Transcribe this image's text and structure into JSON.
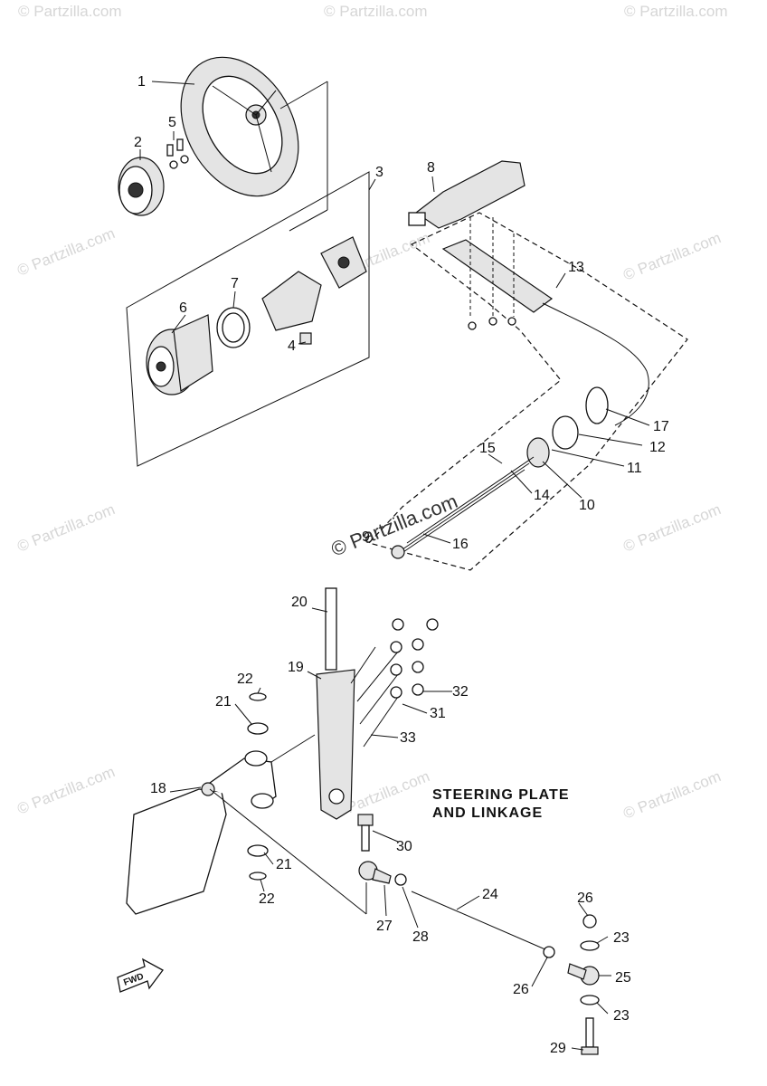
{
  "watermarks": {
    "corner": "© Partzilla.com",
    "center": "© Partzilla.com"
  },
  "diagram_title": {
    "line1": "STEERING PLATE",
    "line2": "AND LINKAGE"
  },
  "fwd_label": "FWD",
  "callouts": [
    "1",
    "2",
    "3",
    "4",
    "5",
    "6",
    "7",
    "8",
    "9",
    "10",
    "11",
    "12",
    "13",
    "14",
    "15",
    "16",
    "17",
    "18",
    "19",
    "20",
    "21",
    "21",
    "22",
    "22",
    "23",
    "23",
    "24",
    "25",
    "26",
    "26",
    "27",
    "28",
    "29",
    "30",
    "31",
    "32",
    "33"
  ]
}
